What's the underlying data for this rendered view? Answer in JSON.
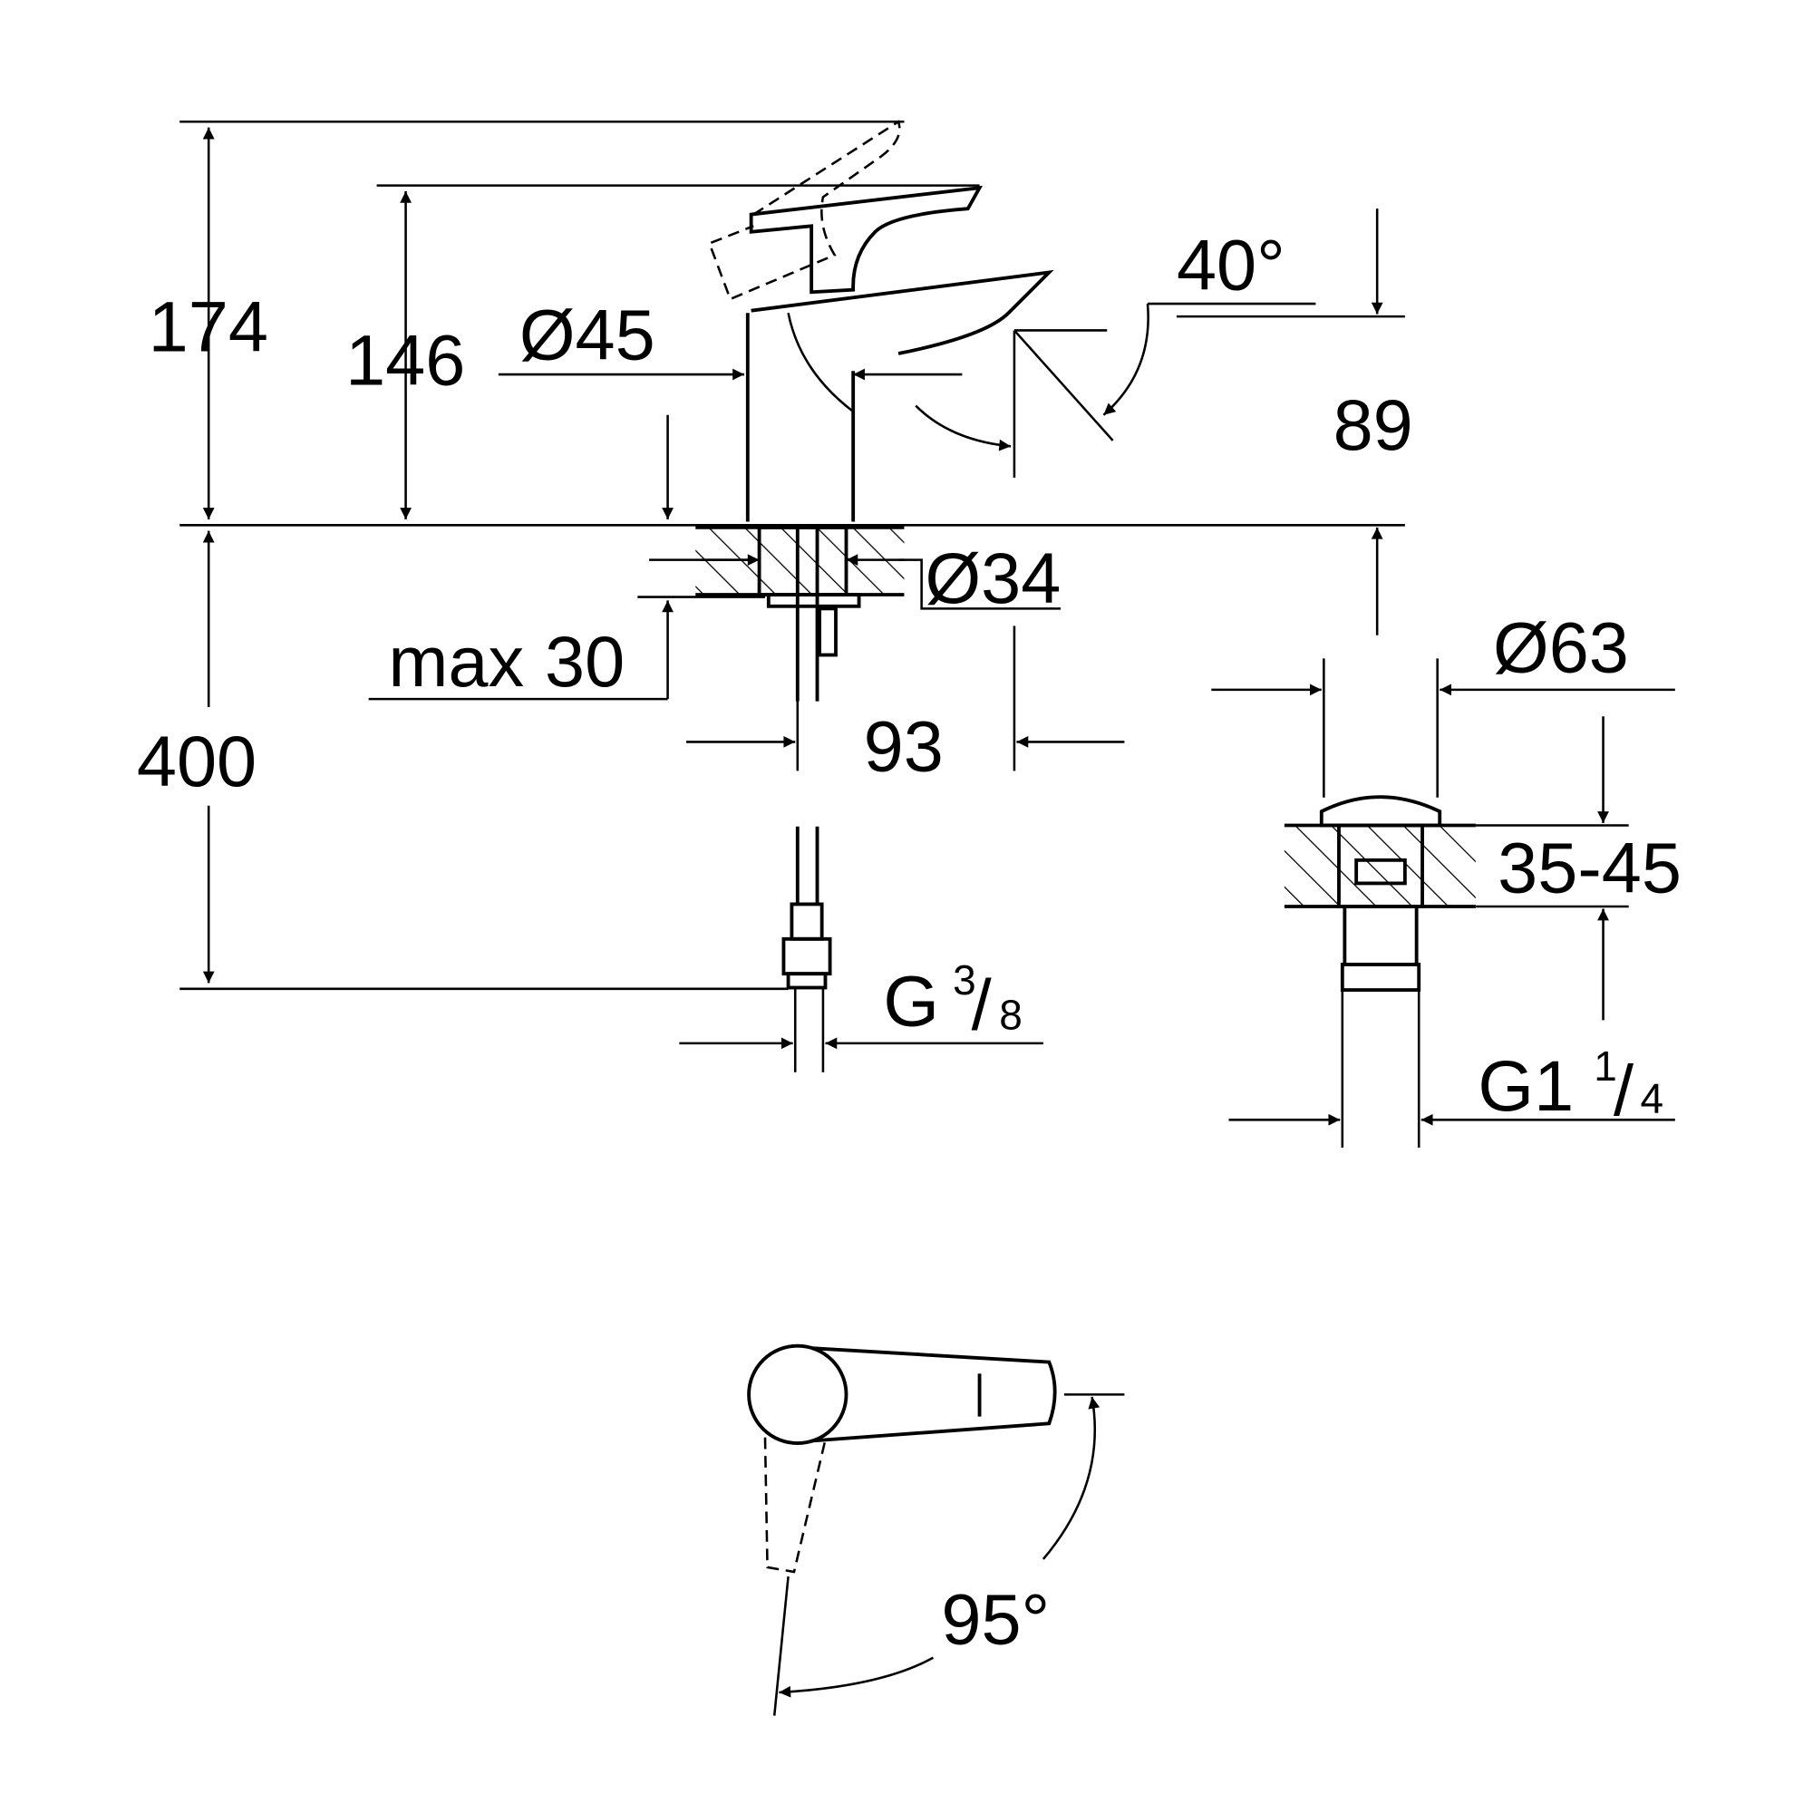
{
  "dimensions": {
    "height_lever_raised": "174",
    "height_spout": "146",
    "body_diameter": "Ø45",
    "lever_angle": "40°",
    "spout_height_89": "89",
    "hole_diameter": "Ø34",
    "max_thickness_label": "max",
    "max_thickness_value": "30",
    "reach": "93",
    "hose_length": "400",
    "drain_diameter": "Ø63",
    "drain_thickness": "35-45",
    "hose_thread_g": "G",
    "hose_thread_num": "3",
    "hose_thread_den": "8",
    "drain_thread_g": "G1",
    "drain_thread_num": "1",
    "drain_thread_den": "4",
    "rotation_angle": "95°"
  }
}
